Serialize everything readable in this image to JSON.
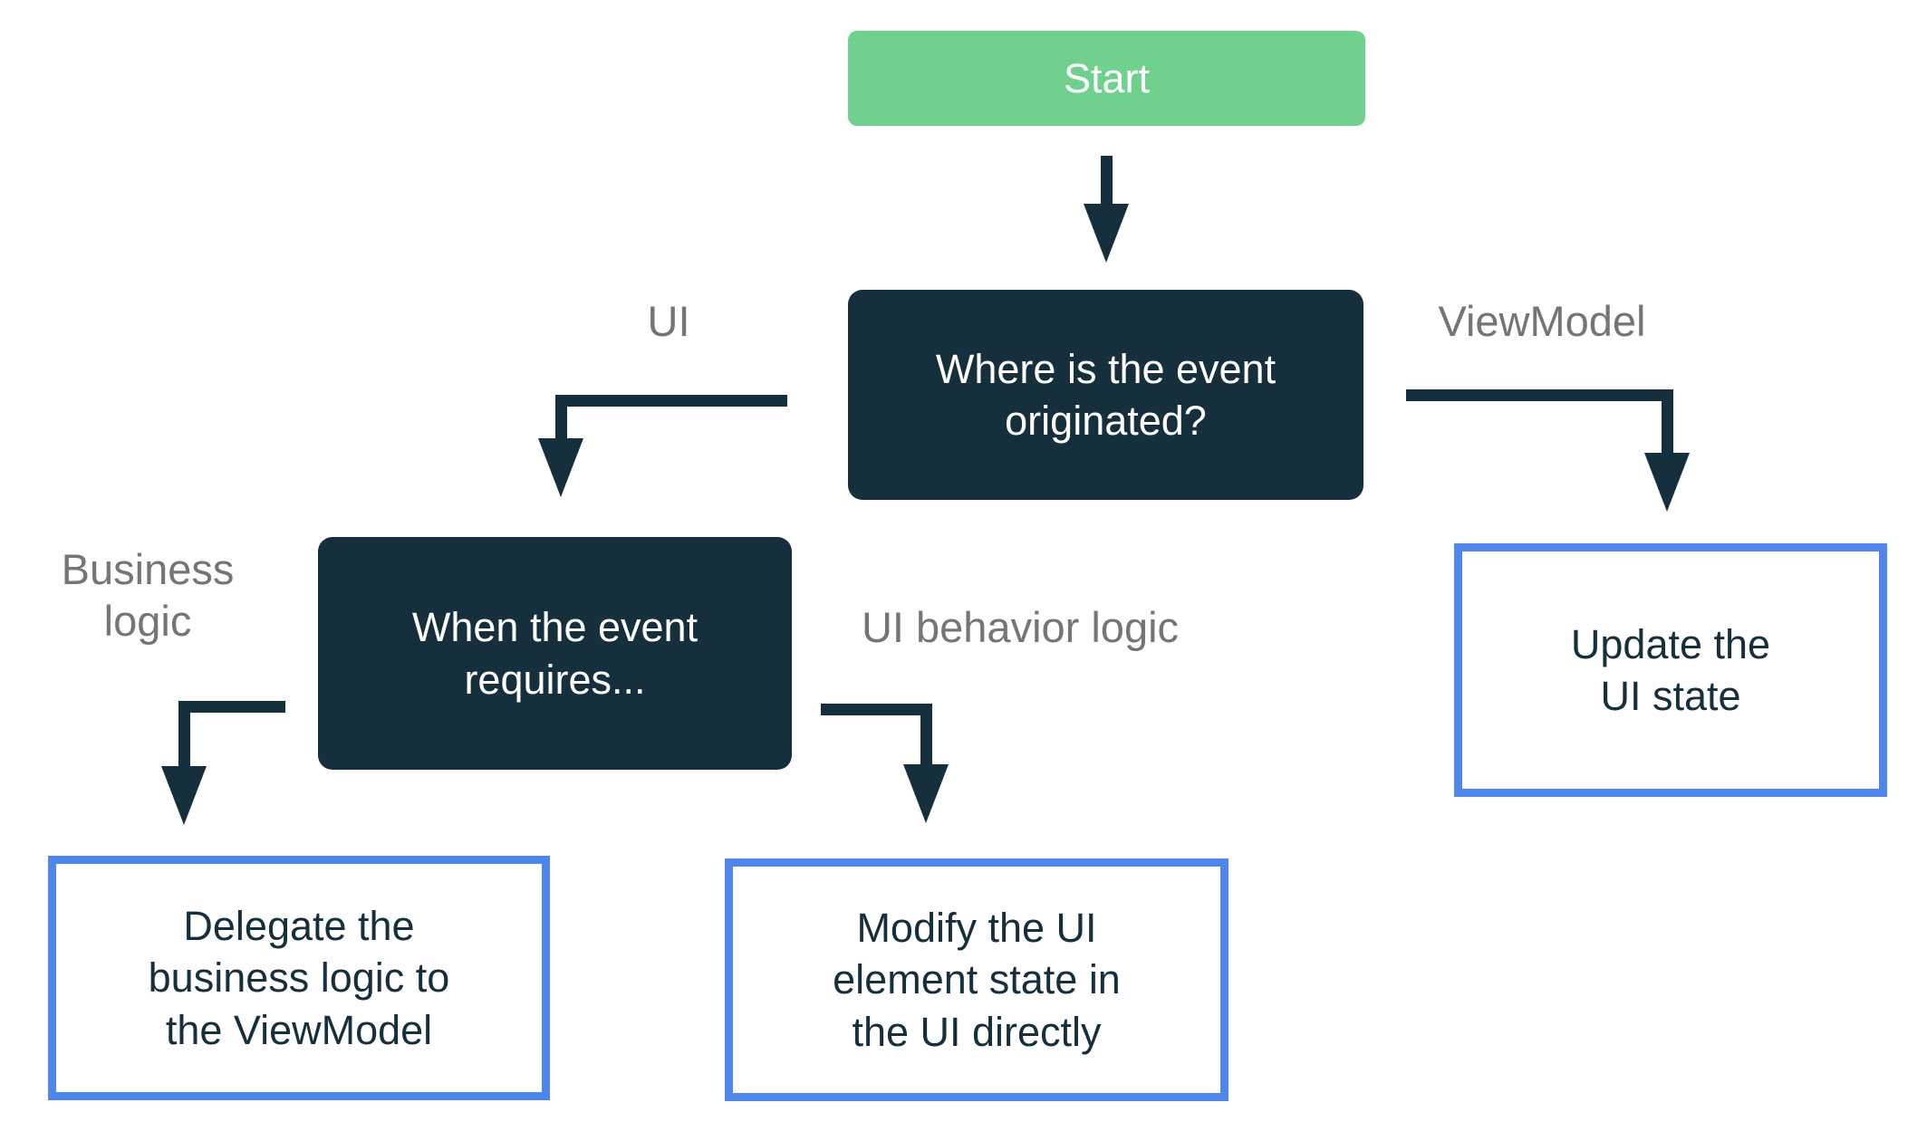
{
  "colors": {
    "green": "#70D08D",
    "navy": "#152F3D",
    "blue": "#4E86EC",
    "gray": "#757575",
    "white": "#FFFFFF"
  },
  "nodes": {
    "start": {
      "label": "Start"
    },
    "origin": {
      "label": "Where is the event\noriginated?"
    },
    "requires": {
      "label": "When the event\nrequires..."
    },
    "delegate": {
      "label": "Delegate the\nbusiness logic to\nthe ViewModel"
    },
    "modify": {
      "label": "Modify the UI\nelement state in\nthe UI directly"
    },
    "update": {
      "label": "Update the\nUI state"
    }
  },
  "edge_labels": {
    "ui": "UI",
    "viewmodel": "ViewModel",
    "business_logic": "Business\nlogic",
    "ui_behavior_logic": "UI behavior logic"
  }
}
